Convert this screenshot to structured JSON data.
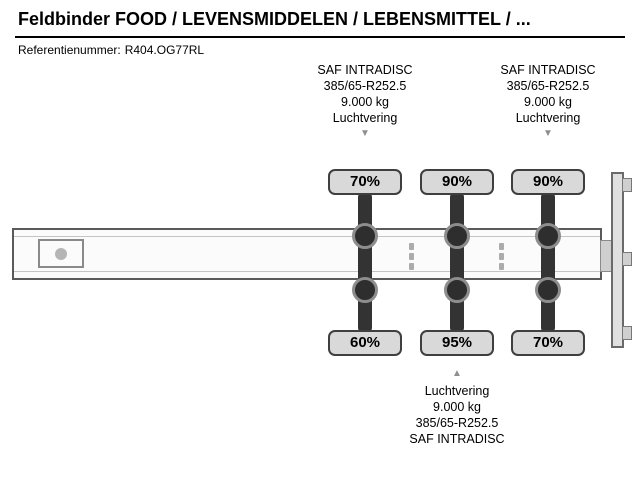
{
  "header": {
    "title": "Feldbinder FOOD / LEVENSMIDDELEN / LEBENSMITTEL / ...",
    "reference_label": "Referentienummer:",
    "reference_value": "R404.OG77RL"
  },
  "specs": {
    "top": [
      {
        "line1": "SAF INTRADISC",
        "line2": "385/65-R252.5",
        "line3": "9.000 kg",
        "line4": "Luchtvering"
      },
      {
        "line1": "SAF INTRADISC",
        "line2": "385/65-R252.5",
        "line3": "9.000 kg",
        "line4": "Luchtvering"
      }
    ],
    "bottom": {
      "line1": "Luchtvering",
      "line2": "9.000 kg",
      "line3": "385/65-R252.5",
      "line4": "SAF INTRADISC"
    }
  },
  "icons": {
    "arrow_down": "▼",
    "arrow_up": "▲"
  },
  "axles": [
    {
      "top_tread": "70%",
      "bottom_tread": "60%"
    },
    {
      "top_tread": "90%",
      "bottom_tread": "95%"
    },
    {
      "top_tread": "90%",
      "bottom_tread": "70%"
    }
  ],
  "colors": {
    "axle_dark": "#333333",
    "box_fill": "#d9d9d9",
    "outline": "#5a5a5a",
    "arrow_gray": "#8f8f8f"
  }
}
